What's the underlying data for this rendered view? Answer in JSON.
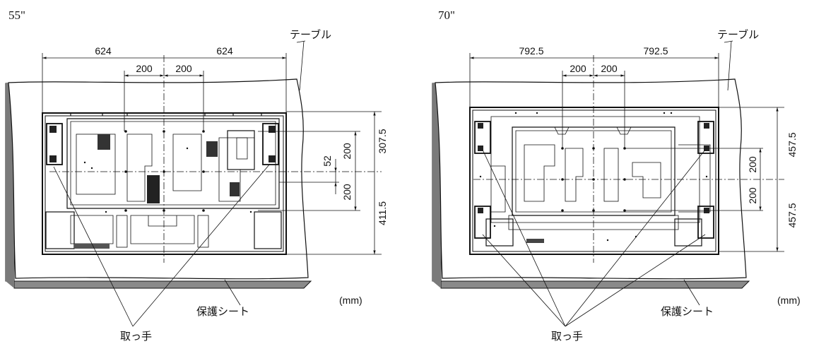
{
  "unit_label": "(mm)",
  "diagram_55": {
    "size_label": "55\"",
    "table_label": "テーブル",
    "sheet_label": "保護シート",
    "handles_label": "取っ手",
    "dims": {
      "top_outer_left": "624",
      "top_outer_right": "624",
      "top_inner_left": "200",
      "top_inner_right": "200",
      "right_upper": "307.5",
      "right_lower": "411.5",
      "right_inner_upper": "200",
      "right_inner_lower": "200",
      "right_offset": "52"
    }
  },
  "diagram_70": {
    "size_label": "70\"",
    "table_label": "テーブル",
    "sheet_label": "保護シート",
    "handles_label": "取っ手",
    "dims": {
      "top_outer_left": "792.5",
      "top_outer_right": "792.5",
      "top_inner_left": "200",
      "top_inner_right": "200",
      "right_upper": "457.5",
      "right_lower": "457.5",
      "right_inner_upper": "200",
      "right_inner_lower": "200"
    }
  }
}
